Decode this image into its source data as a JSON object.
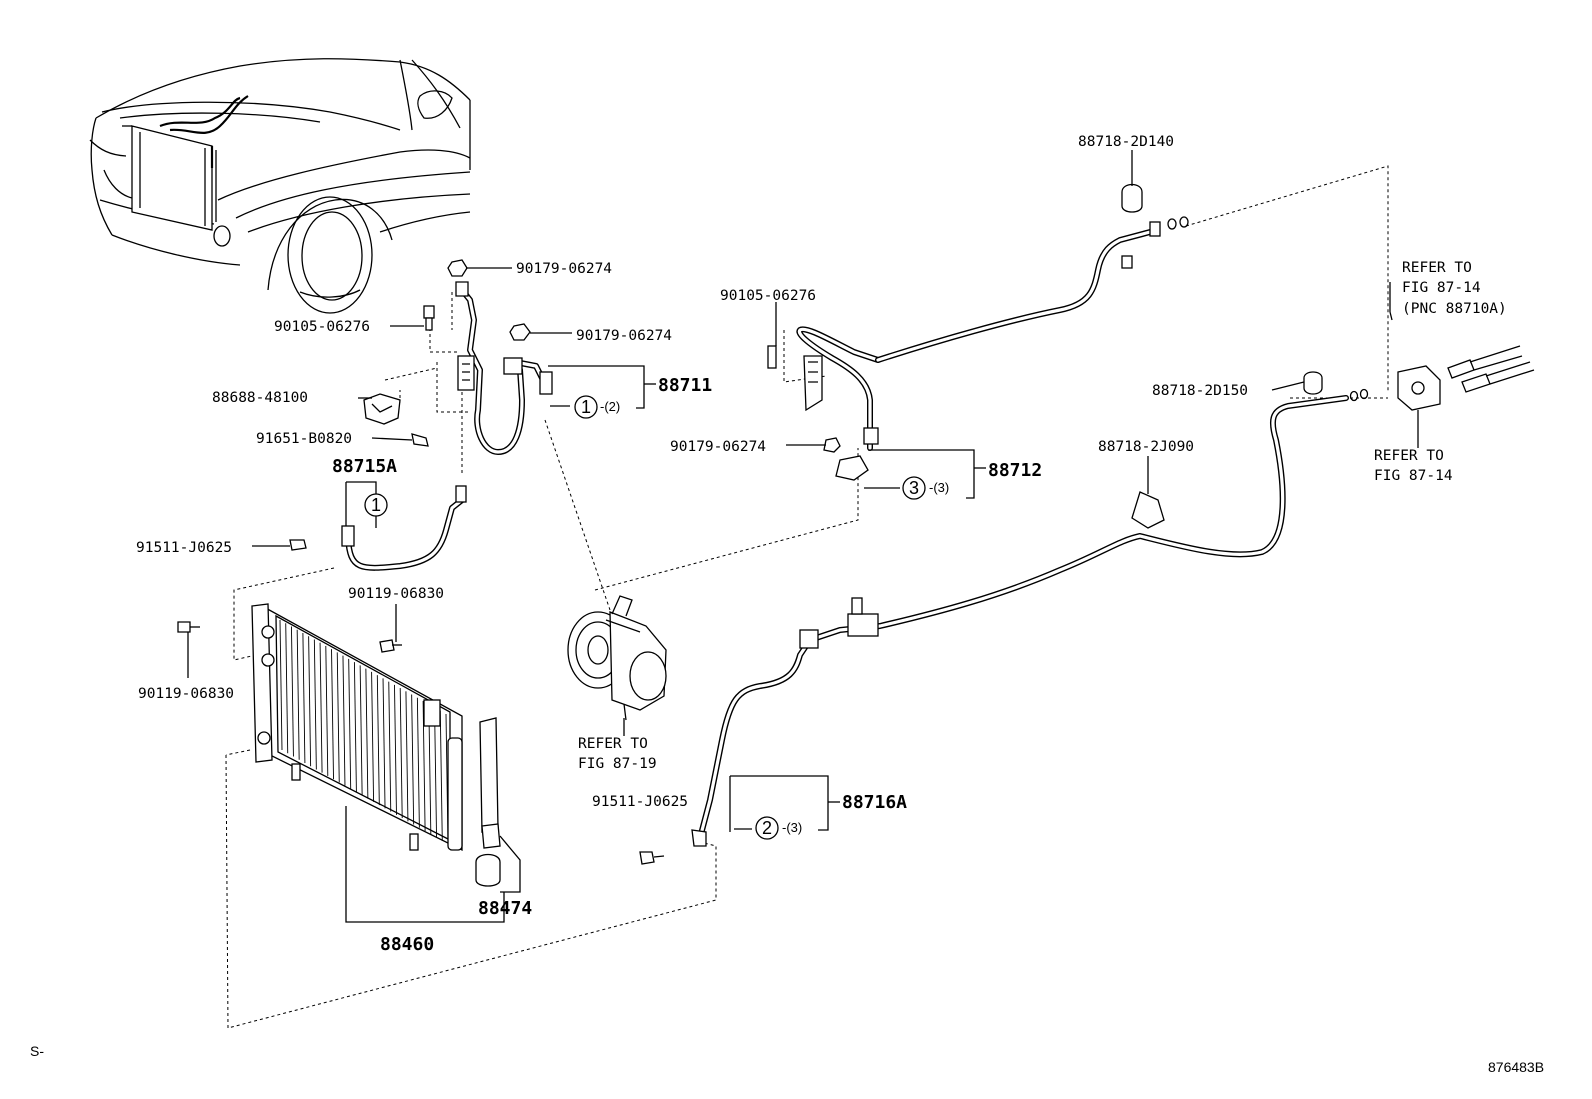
{
  "labels": {
    "l_90179_a": "90179-06274",
    "l_90105_a": "90105-06276",
    "l_90179_b": "90179-06274",
    "l_88711": "88711",
    "l_88688": "88688-48100",
    "l_91651": "91651-B0820",
    "l_88715a": "88715A",
    "l_91511_a": "91511-J0625",
    "l_90119_a": "90119-06830",
    "l_90119_b": "90119-06830",
    "l_refer_87_19_a": "REFER TO",
    "l_refer_87_19_b": "FIG 87-19",
    "l_91511_b": "91511-J0625",
    "l_88716a": "88716A",
    "l_88474": "88474",
    "l_88460": "88460",
    "l_90105_b": "90105-06276",
    "l_90179_c": "90179-06274",
    "l_88712": "88712",
    "l_88718_2d140": "88718-2D140",
    "l_88718_2d150": "88718-2D150",
    "l_88718_2j090": "88718-2J090",
    "l_refer_87_14_a1": "REFER TO",
    "l_refer_87_14_a2": "FIG 87-14",
    "l_refer_87_14_a3": "(PNC 88710A)",
    "l_refer_87_14_b1": "REFER TO",
    "l_refer_87_14_b2": "FIG 87-14"
  },
  "callouts": {
    "c1a_num": "1",
    "c1a_qty": "-(2)",
    "c1b_num": "1",
    "c2_num": "2",
    "c2_qty": "-(3)",
    "c3_num": "3",
    "c3_qty": "-(3)"
  },
  "footer": {
    "left": "S-",
    "right": "876483B"
  }
}
